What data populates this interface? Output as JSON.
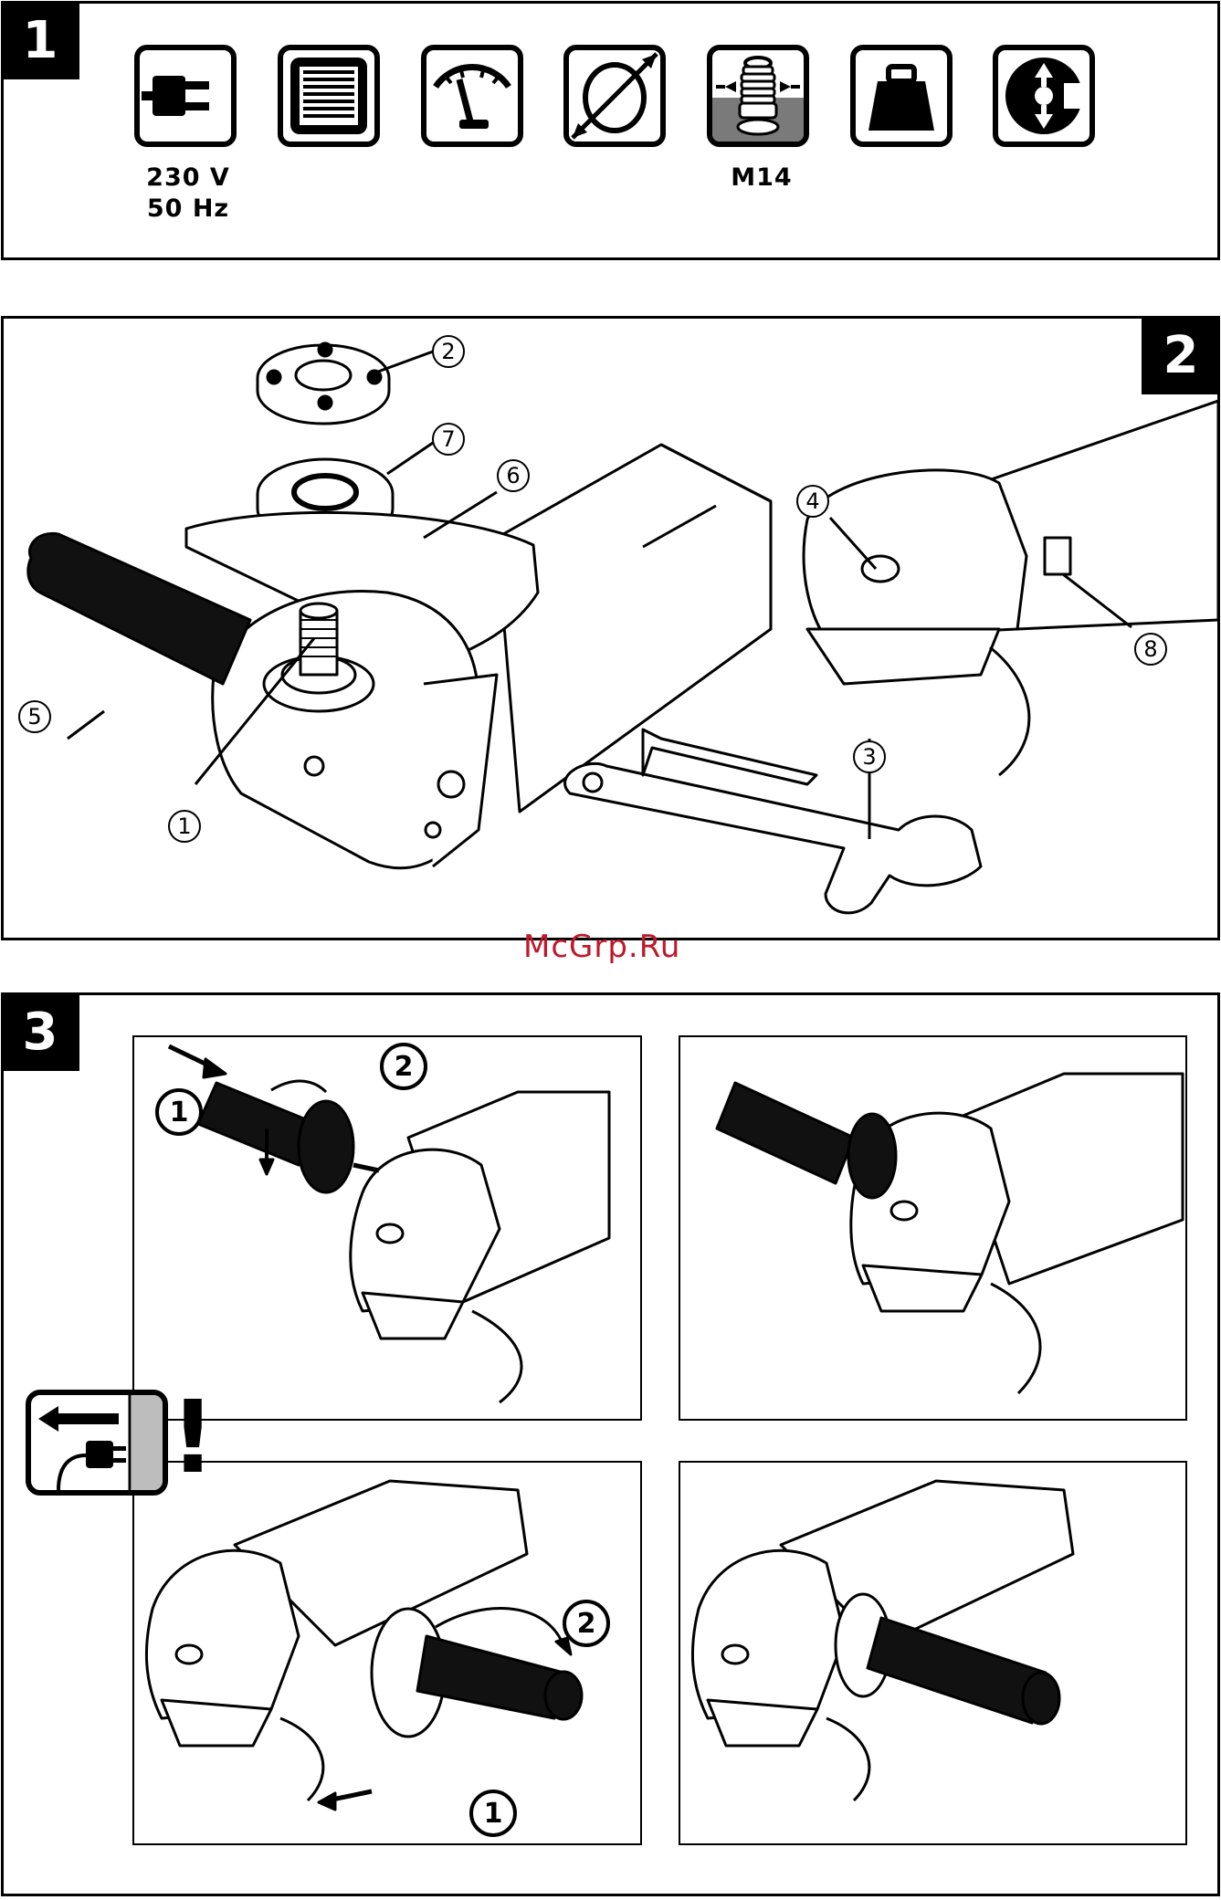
{
  "panels": [
    {
      "number": "1"
    },
    {
      "number": "2"
    },
    {
      "number": "3"
    }
  ],
  "specs": {
    "voltage": "230 V",
    "frequency": "50 Hz",
    "spindle_thread": "M14"
  },
  "icons": [
    "power-plug-icon",
    "motor-winding-icon",
    "speed-gauge-icon",
    "disc-diameter-icon",
    "spindle-thread-icon",
    "weight-icon",
    "insulation-class-icon"
  ],
  "callouts": {
    "c1": "1",
    "c2": "2",
    "c3": "3",
    "c4": "4",
    "c5": "5",
    "c6": "6",
    "c7": "7",
    "c8": "8"
  },
  "steps": {
    "one": "1",
    "two": "2"
  },
  "warning": {
    "symbol": "!"
  },
  "watermark": "McGrp.Ru"
}
